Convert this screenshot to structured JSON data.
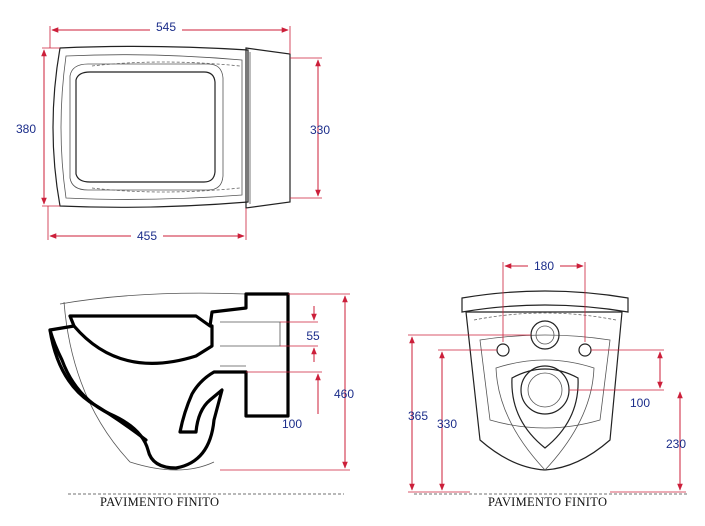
{
  "dimensions": {
    "top_length": "545",
    "top_width": "380",
    "top_frame_width": "330",
    "top_bowl_length": "455",
    "side_pipe": "55",
    "side_height": "460",
    "side_outlet": "100",
    "front_fixing_spacing": "180",
    "front_inlet_height": "365",
    "front_fixing_height": "330",
    "front_outlet_height": "230",
    "front_outlet_offset": "100"
  },
  "labels": {
    "floor_left": "PAVIMENTO FINITO",
    "floor_right": "PAVIMENTO FINITO"
  },
  "colors": {
    "dimension_line": "#cc1f3a",
    "dimension_text": "#1b2d8a"
  }
}
